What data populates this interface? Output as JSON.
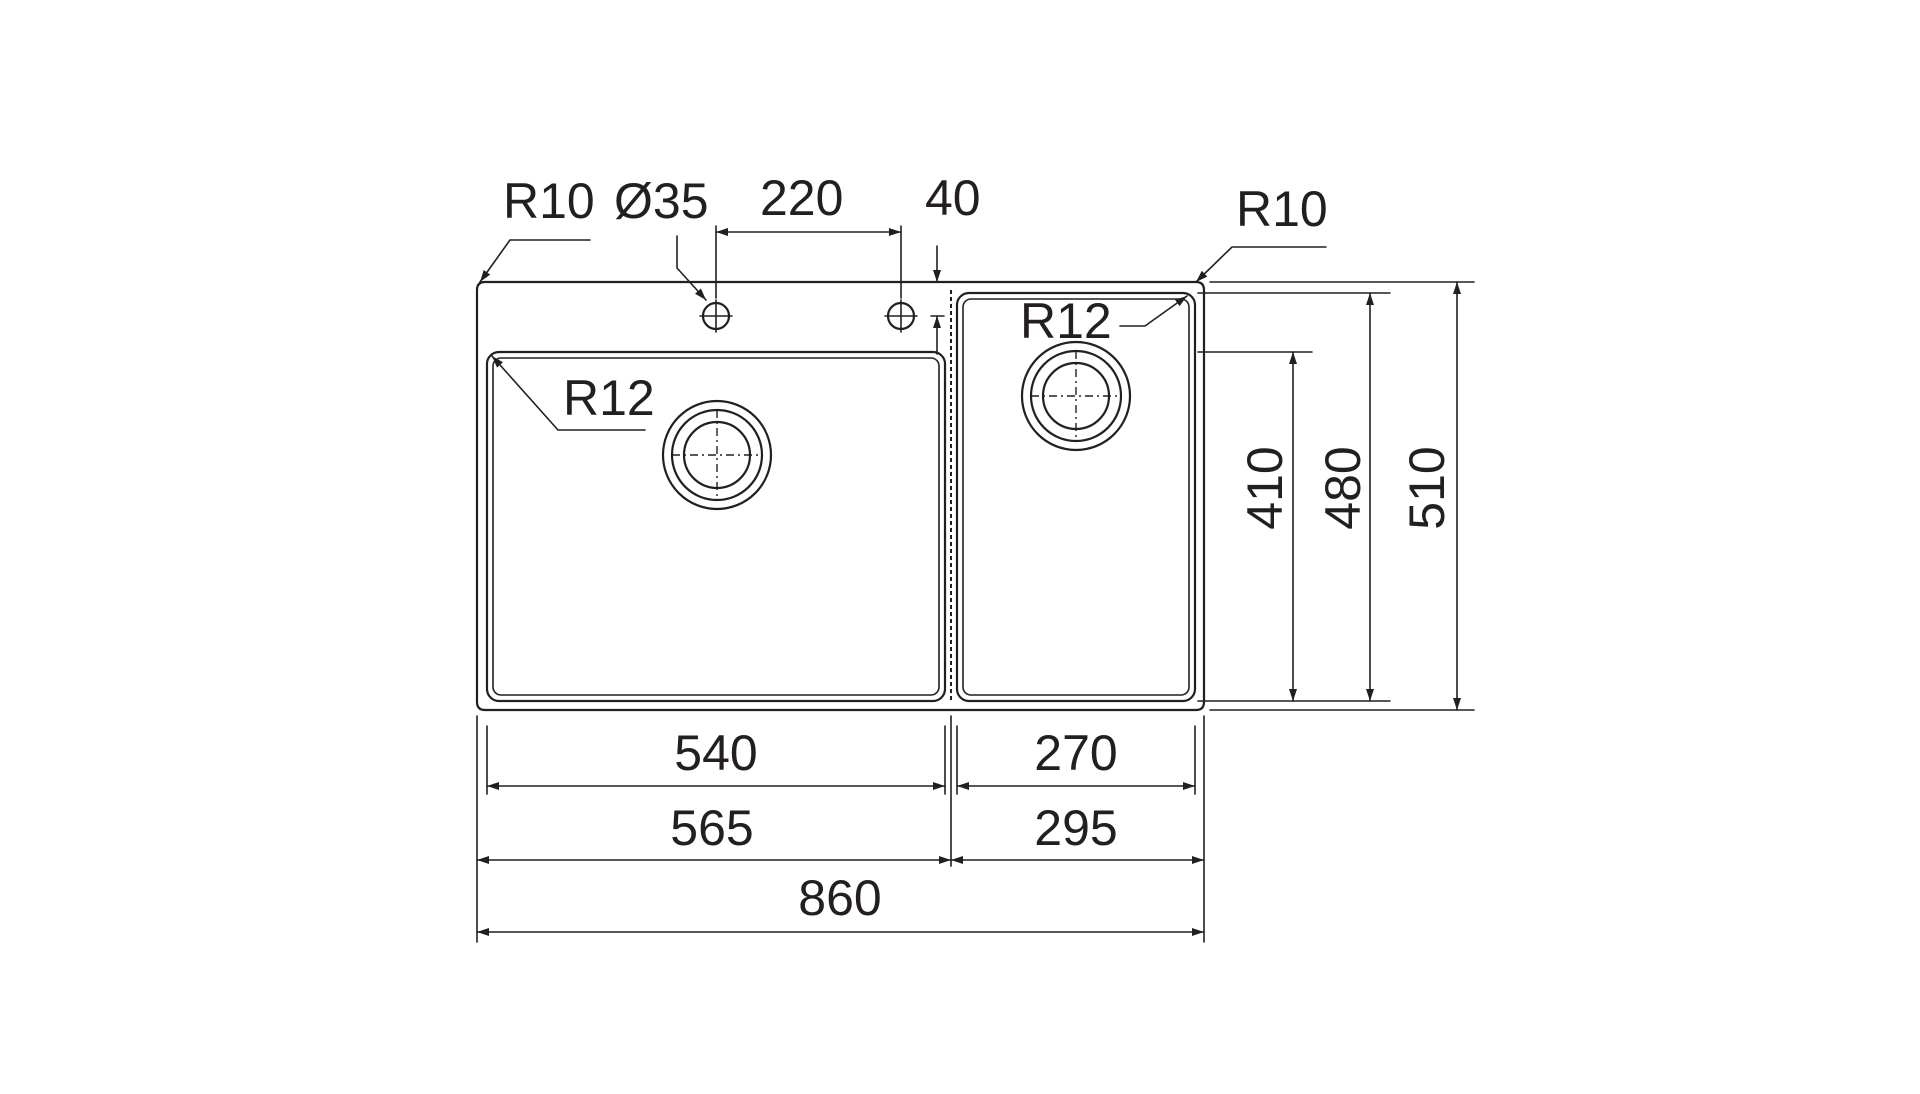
{
  "dimensions": {
    "corner_radius_left": "R10",
    "hole_diameter": "Ø35",
    "hole_spacing": "220",
    "hole_offset": "40",
    "corner_radius_right": "R10",
    "bowl_radius_left": "R12",
    "bowl_radius_right": "R12",
    "small_bowl_depth": "410",
    "bowl_depth": "480",
    "overall_depth": "510",
    "large_bowl_inner_width": "540",
    "small_bowl_inner_width": "270",
    "large_bowl_outer_width": "565",
    "small_bowl_outer_width": "295",
    "overall_width": "860"
  },
  "colors": {
    "line": "#231f20",
    "background": "#ffffff"
  }
}
